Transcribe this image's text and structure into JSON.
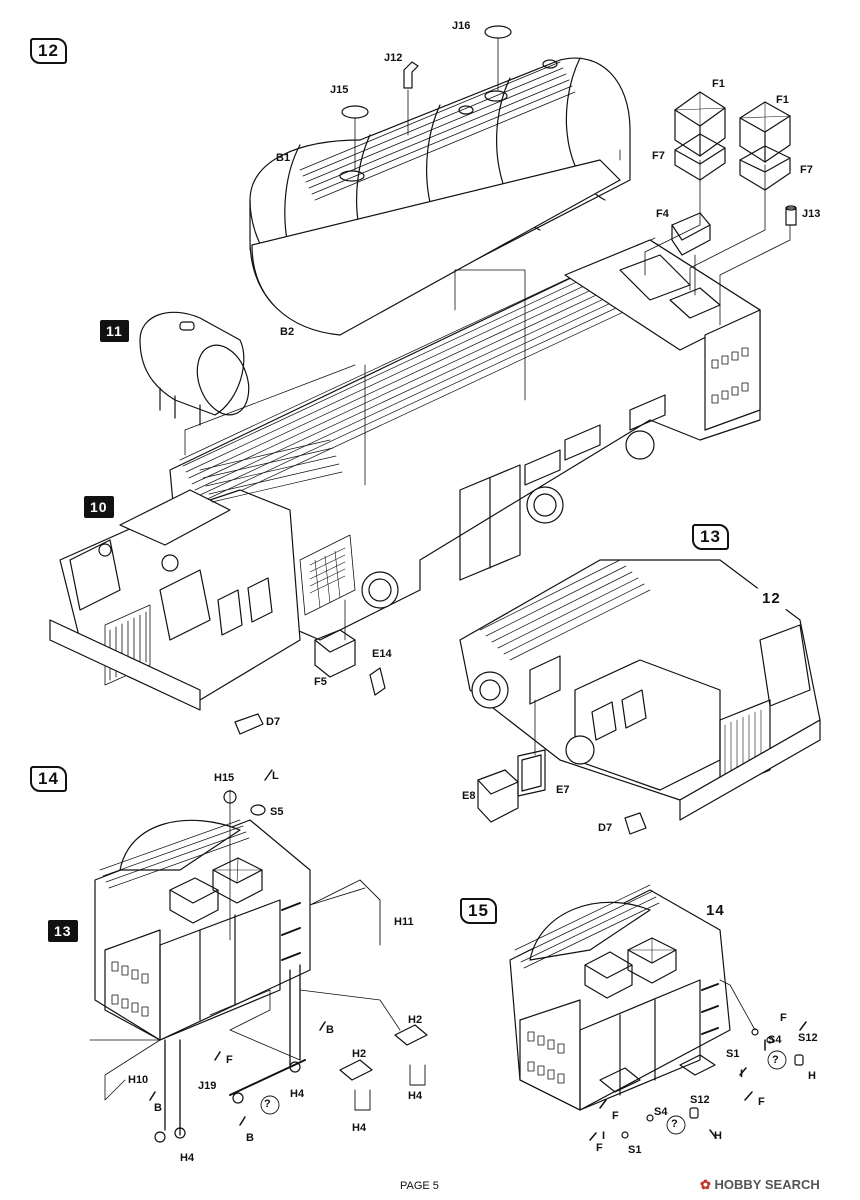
{
  "steps": {
    "s10": "10",
    "s11": "11",
    "s12": "12",
    "s12ref": "12",
    "s13": "13",
    "s13ref": "13",
    "s14": "14",
    "s14ref": "14",
    "s15": "15"
  },
  "parts": {
    "J16": "J16",
    "J12": "J12",
    "J15": "J15",
    "B1": "B1",
    "B2": "B2",
    "F1a": "F1",
    "F1b": "F1",
    "F7a": "F7",
    "F7b": "F7",
    "F4": "F4",
    "J13": "J13",
    "F5": "F5",
    "E14": "E14",
    "D7a": "D7",
    "D7b": "D7",
    "E8": "E8",
    "E7": "E7",
    "H15": "H15",
    "L": "L",
    "S5": "S5",
    "H11": "H11",
    "H10": "H10",
    "J19": "J19",
    "Fa": "F",
    "Ba": "B",
    "Bb": "B",
    "Bc": "B",
    "H2a": "H2",
    "H2b": "H2",
    "H4a": "H4",
    "H4b": "H4",
    "H4c": "H4",
    "H4d": "H4",
    "Fb": "F",
    "S4a": "S4",
    "S12a": "S12",
    "S1a": "S1",
    "Ia": "I",
    "Ha": "H",
    "Fc": "F",
    "S12b": "S12",
    "Fd": "F",
    "S4b": "S4",
    "Hb": "H",
    "Ib": "I",
    "S1b": "S1",
    "Fe": "F",
    "Q1": "?",
    "Q2": "?",
    "Q3": "?"
  },
  "footer": {
    "page": "PAGE 5"
  },
  "watermark": {
    "brand": "HOBBY SEARCH"
  }
}
